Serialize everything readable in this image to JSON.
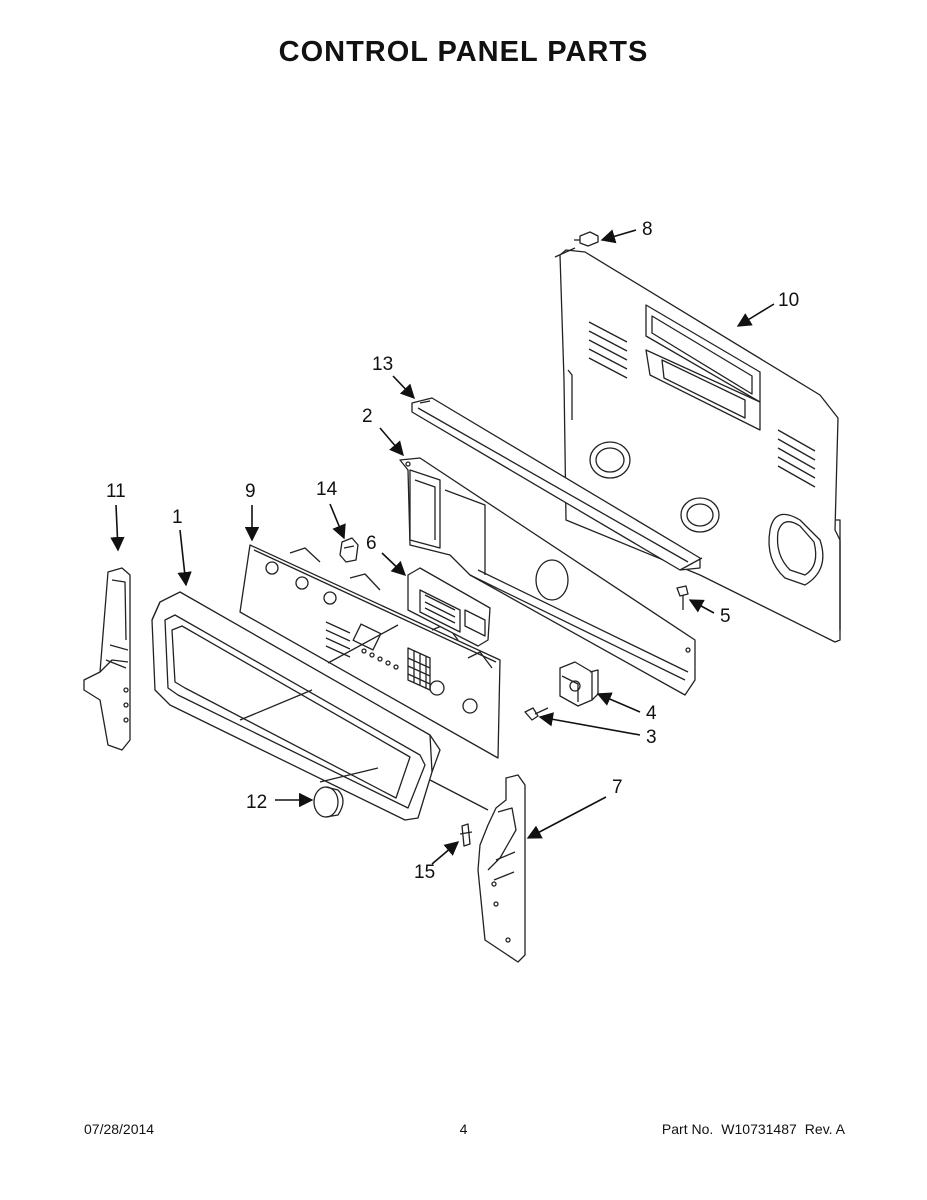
{
  "title": "CONTROL PANEL PARTS",
  "callouts": {
    "c1": "1",
    "c2": "2",
    "c3": "3",
    "c4": "4",
    "c5": "5",
    "c6": "6",
    "c7": "7",
    "c8": "8",
    "c9": "9",
    "c10": "10",
    "c11": "11",
    "c12": "12",
    "c13": "13",
    "c14": "14",
    "c15": "15"
  },
  "footer": {
    "date": "07/28/2014",
    "page": "4",
    "part_label": "Part No.",
    "part_number": "W10731487",
    "revision": "Rev. A"
  }
}
